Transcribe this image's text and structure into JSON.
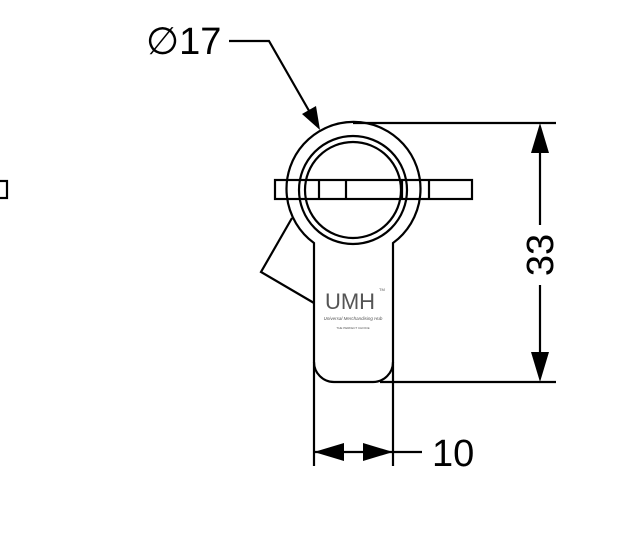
{
  "drawing": {
    "diameter_label": "∅17",
    "height_label": "33",
    "width_label": "10",
    "logo": {
      "mark": "UMH",
      "trademark": "TM",
      "name": "Universal Merchandising Hub",
      "tagline": "THE PERFECT CHOICE"
    }
  }
}
